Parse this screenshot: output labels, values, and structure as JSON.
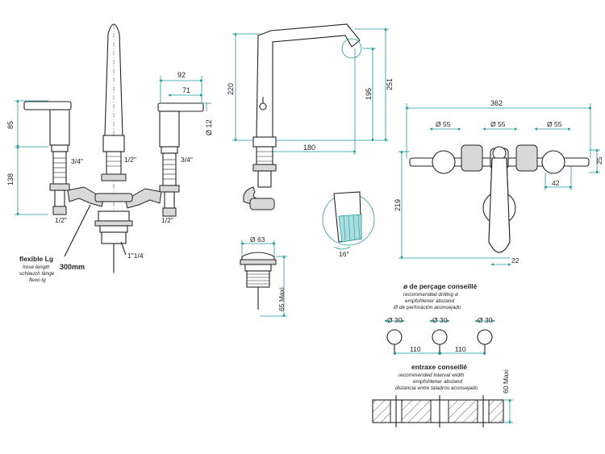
{
  "front_view": {
    "dim_85": "85",
    "dim_138": "138",
    "dim_92": "92",
    "dim_71": "71",
    "dim_12": "Ø 12",
    "thread_34_left": "3/4\"",
    "thread_12_center": "1/2\"",
    "thread_34_right": "3/4\"",
    "thread_12_bl": "1/2\"",
    "thread_12_br": "1/2\"",
    "thread_114": "1\"1/4"
  },
  "hose": {
    "title": "flexible Lg",
    "line1": "hose length",
    "line2": "schlauch länge",
    "line3": "flexo lg",
    "length": "300mm"
  },
  "side_view": {
    "dim_220": "220",
    "dim_251": "251",
    "dim_195": "195",
    "dim_180": "180",
    "angle": "16°"
  },
  "waste": {
    "dim_63": "Ø 63",
    "dim_65": "65 Maxi"
  },
  "top_view": {
    "dim_362": "362",
    "dim_55a": "Ø 55",
    "dim_55b": "Ø 55",
    "dim_55c": "Ø 55",
    "dim_25": "25",
    "dim_42": "42",
    "dim_219": "219",
    "dim_22": "22"
  },
  "drilling": {
    "title": "ø de perçage conseillé",
    "line1": "recommended drilling ø",
    "line2": "empfohlener abstand",
    "line3": "Ø de perforación aconsejado",
    "hole_a": "Ø 30",
    "hole_b": "Ø 30",
    "hole_c": "Ø 30",
    "spacing_a": "110",
    "spacing_b": "110"
  },
  "interval": {
    "title": "entraxe conseillé",
    "line1": "recommended interval width",
    "line2": "empfohlener abstand",
    "line3": "distancia entre taladros aconsejado",
    "dim_60": "60 Maxi"
  }
}
